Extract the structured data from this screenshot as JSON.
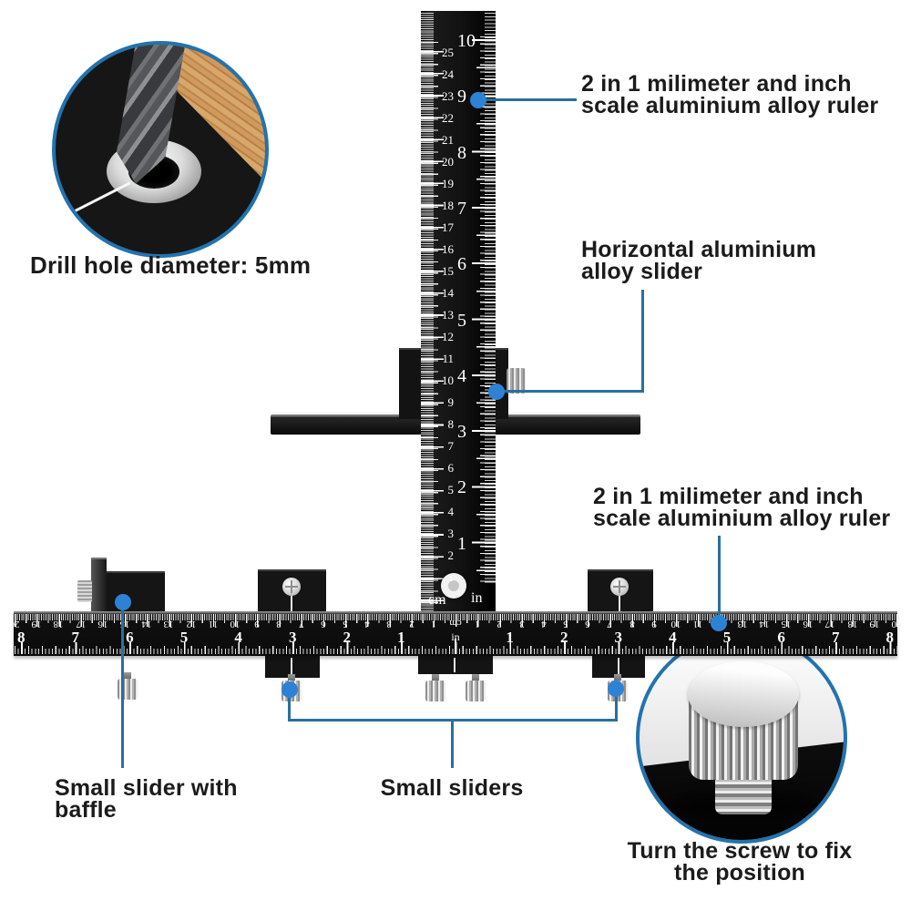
{
  "colors": {
    "leader_line": "#2a6f9e",
    "callout_dot": "#2e82d4",
    "circle_border": "#2273ae",
    "ruler_black": "#101010",
    "label_text": "#1b1b1b",
    "wood": "#c8935a"
  },
  "callouts": {
    "ruler_top": {
      "text1": "2 in 1 milimeter and inch",
      "text2": "scale aluminium alloy ruler"
    },
    "slider": {
      "text1": "Horizontal aluminium",
      "text2": "alloy slider"
    },
    "ruler_bottom": {
      "text1": "2 in 1 milimeter and inch",
      "text2": "scale aluminium alloy ruler"
    },
    "drill_hole": {
      "text": "Drill hole diameter: 5mm"
    },
    "baffle_slider": {
      "text1": "Small slider with",
      "text2": "baffle"
    },
    "small_sliders": {
      "text": "Small sliders"
    },
    "fix_screw": {
      "text1": "Turn the screw to fix",
      "text2": "the position"
    }
  },
  "vertical_ruler": {
    "cm_numbers": [
      25,
      24,
      23,
      22,
      21,
      20,
      19,
      18,
      17,
      16,
      15,
      14,
      13,
      12,
      11,
      10,
      9,
      8,
      7,
      6,
      5,
      4,
      3,
      2,
      1
    ],
    "inch_numbers": [
      10,
      9,
      8,
      7,
      6,
      5,
      4,
      3,
      2,
      1
    ],
    "bottom_left_unit": "cm",
    "bottom_right_unit": "in"
  },
  "horizontal_ruler": {
    "cm_numbers": [
      1,
      2,
      3,
      4,
      5,
      6,
      7,
      8,
      9,
      10,
      11,
      12,
      13,
      14,
      15,
      16,
      17,
      18,
      19,
      20
    ],
    "inch_numbers": [
      1,
      2,
      3,
      4,
      5,
      6,
      7,
      8
    ],
    "center_top_unit": "cm",
    "center_bottom_unit": "in"
  }
}
